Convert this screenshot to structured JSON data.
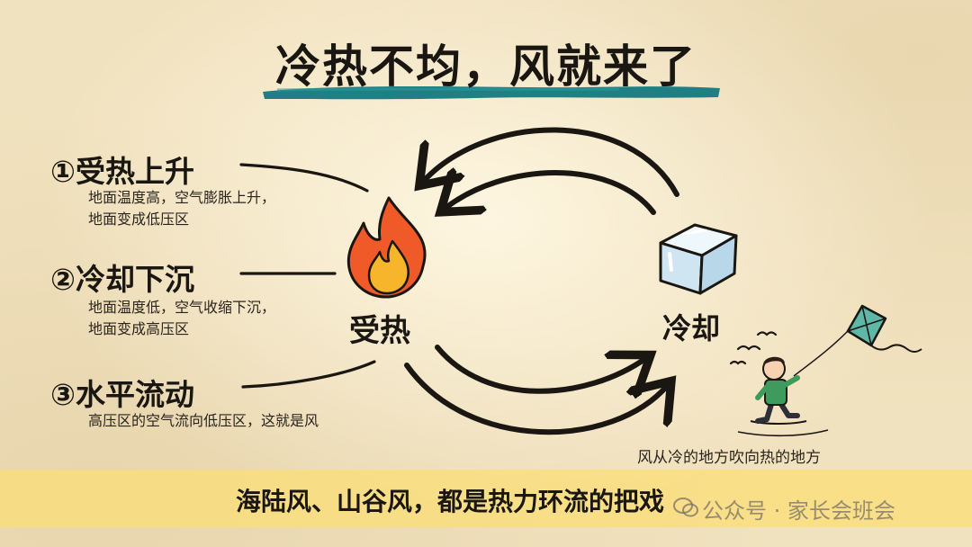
{
  "title": "冷热不均，风就来了",
  "steps": [
    {
      "title": "①受热上升",
      "desc_line1": "地面温度高，空气膨胀上升，",
      "desc_line2": "地面变成低压区"
    },
    {
      "title": "②冷却下沉",
      "desc_line1": "地面温度低，空气收缩下沉，",
      "desc_line2": "地面变成高压区"
    },
    {
      "title": "③水平流动",
      "desc_line1": "高压区的空气流向低压区，这就是风"
    }
  ],
  "heat_label": "受热",
  "cool_label": "冷却",
  "wind_caption": "风从冷的地方吹向热的地方",
  "banner": "海陆风、山谷风，都是热力环流的把戏",
  "watermark": "公众号 · 家长会班会",
  "colors": {
    "background": "#f1e2bf",
    "title_underline": "#1f7f83",
    "banner_band": "#f8de78",
    "fire_outer": "#f05a28",
    "fire_inner": "#f7b52c",
    "ice": "#cfe6f2",
    "kite": "#5fb7a8",
    "shirt": "#3f9a5e"
  },
  "icons": {
    "heat": "fire-icon",
    "cool": "ice-cube-icon",
    "kid": "kid-flying-kite-icon",
    "birds": "birds-icon"
  }
}
